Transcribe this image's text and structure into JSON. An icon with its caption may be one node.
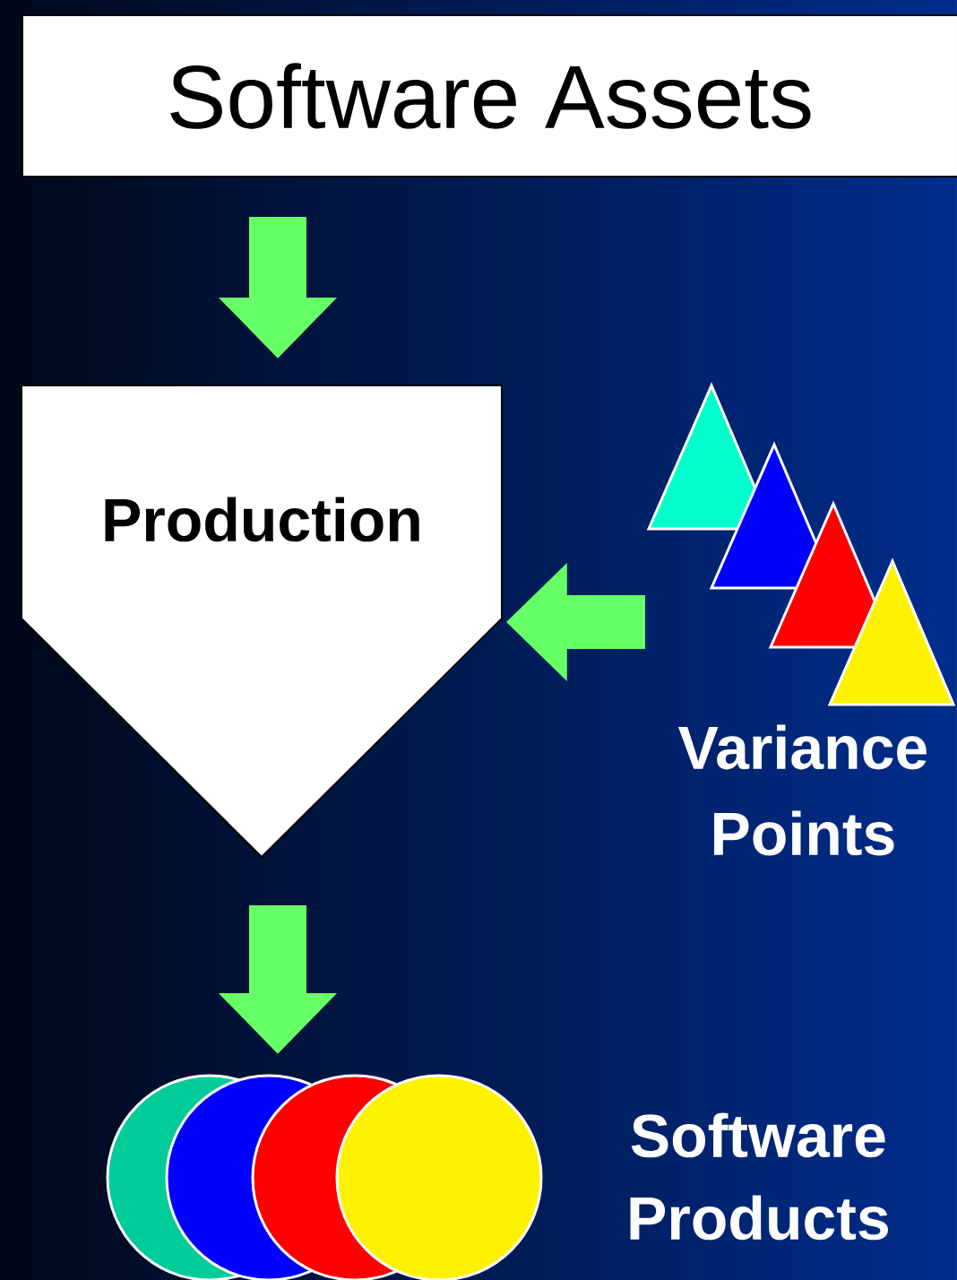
{
  "diagram": {
    "nodes": [
      {
        "text": [
          "Software Assets"
        ]
      },
      {
        "text": [
          "Production"
        ]
      },
      {
        "text": [
          "Variance Points"
        ]
      },
      {
        "text": [
          "Software Products"
        ]
      }
    ],
    "edges": [
      {
        "from": 0,
        "to": 1,
        "arrow": "to"
      },
      {
        "from": 2,
        "to": 1,
        "arrow": "to"
      },
      {
        "from": 1,
        "to": 3,
        "arrow": "to"
      }
    ]
  }
}
